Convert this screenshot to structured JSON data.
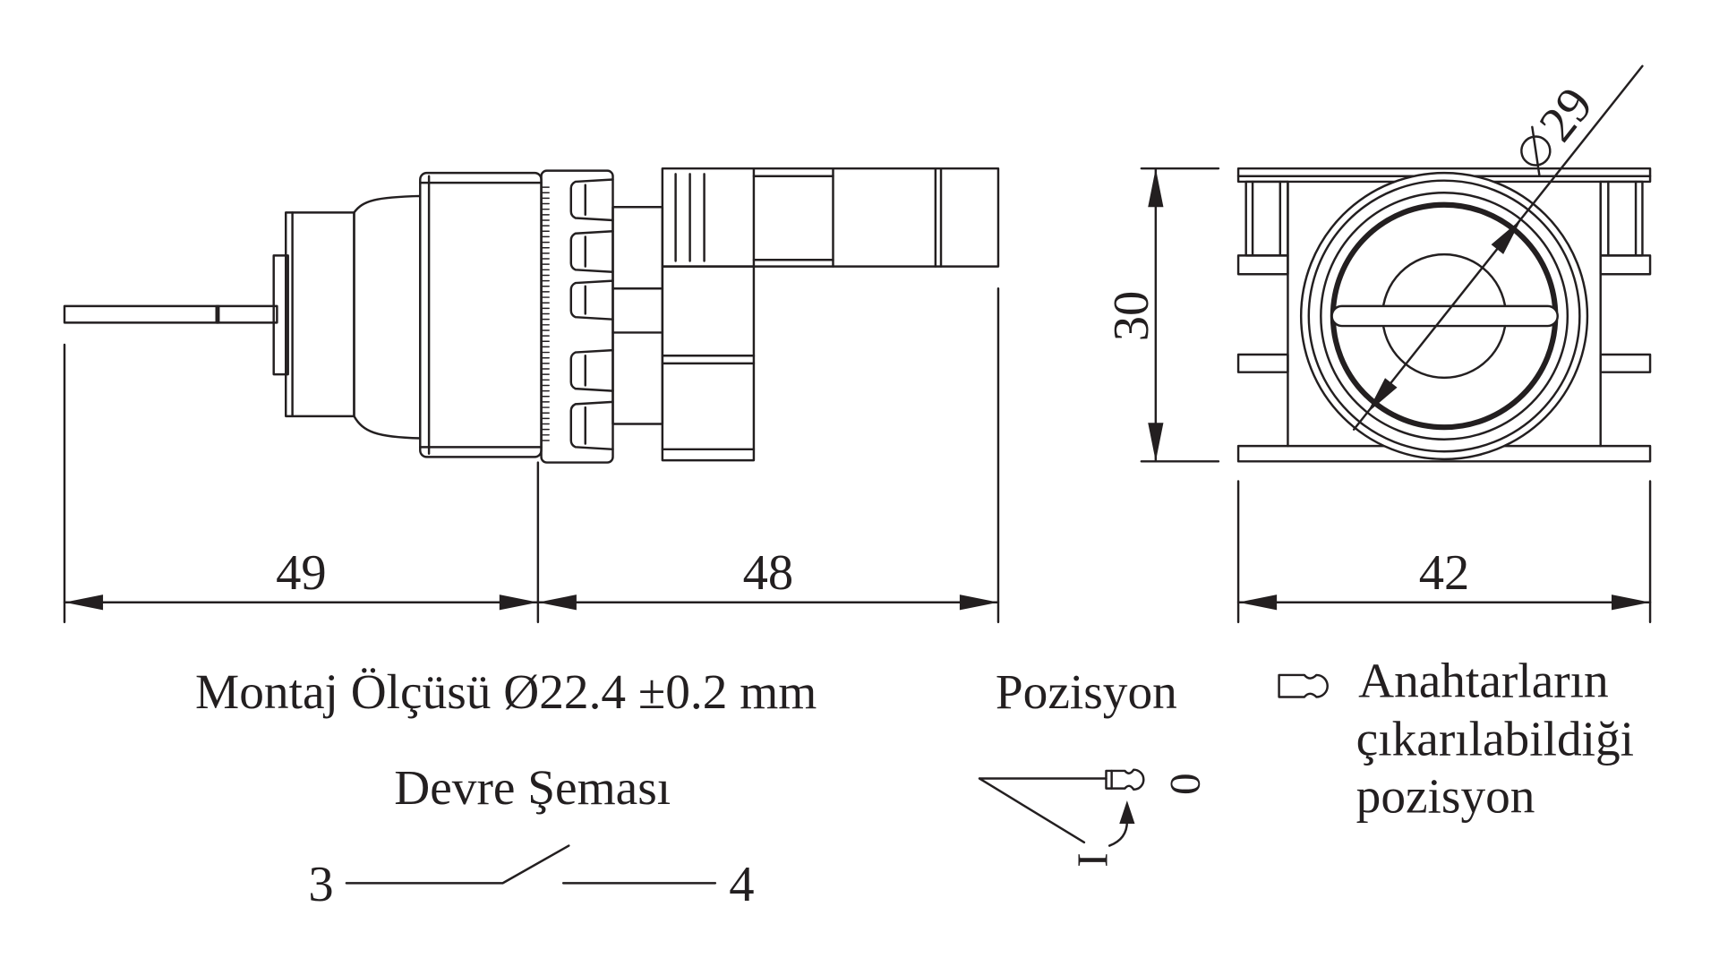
{
  "colors": {
    "ink": "#231f20",
    "paper": "#ffffff"
  },
  "dimensions": {
    "side_front_length": "49",
    "side_rear_length": "48",
    "front_width": "42",
    "front_height": "30",
    "diameter": "29",
    "diameter_icon": "diameter-icon"
  },
  "labels": {
    "mounting": "Montaj Ölçüsü Ø22.4 ±0.2 mm",
    "position_title": "Pozisyon",
    "circuit_title": "Devre Şeması",
    "terminal_left": "3",
    "terminal_right": "4",
    "position_zero": "0",
    "position_one": "I"
  },
  "legend": {
    "icon": "key-icon",
    "lines": [
      "Anahtarların",
      "çıkarılabildiği",
      "pozisyon"
    ]
  }
}
